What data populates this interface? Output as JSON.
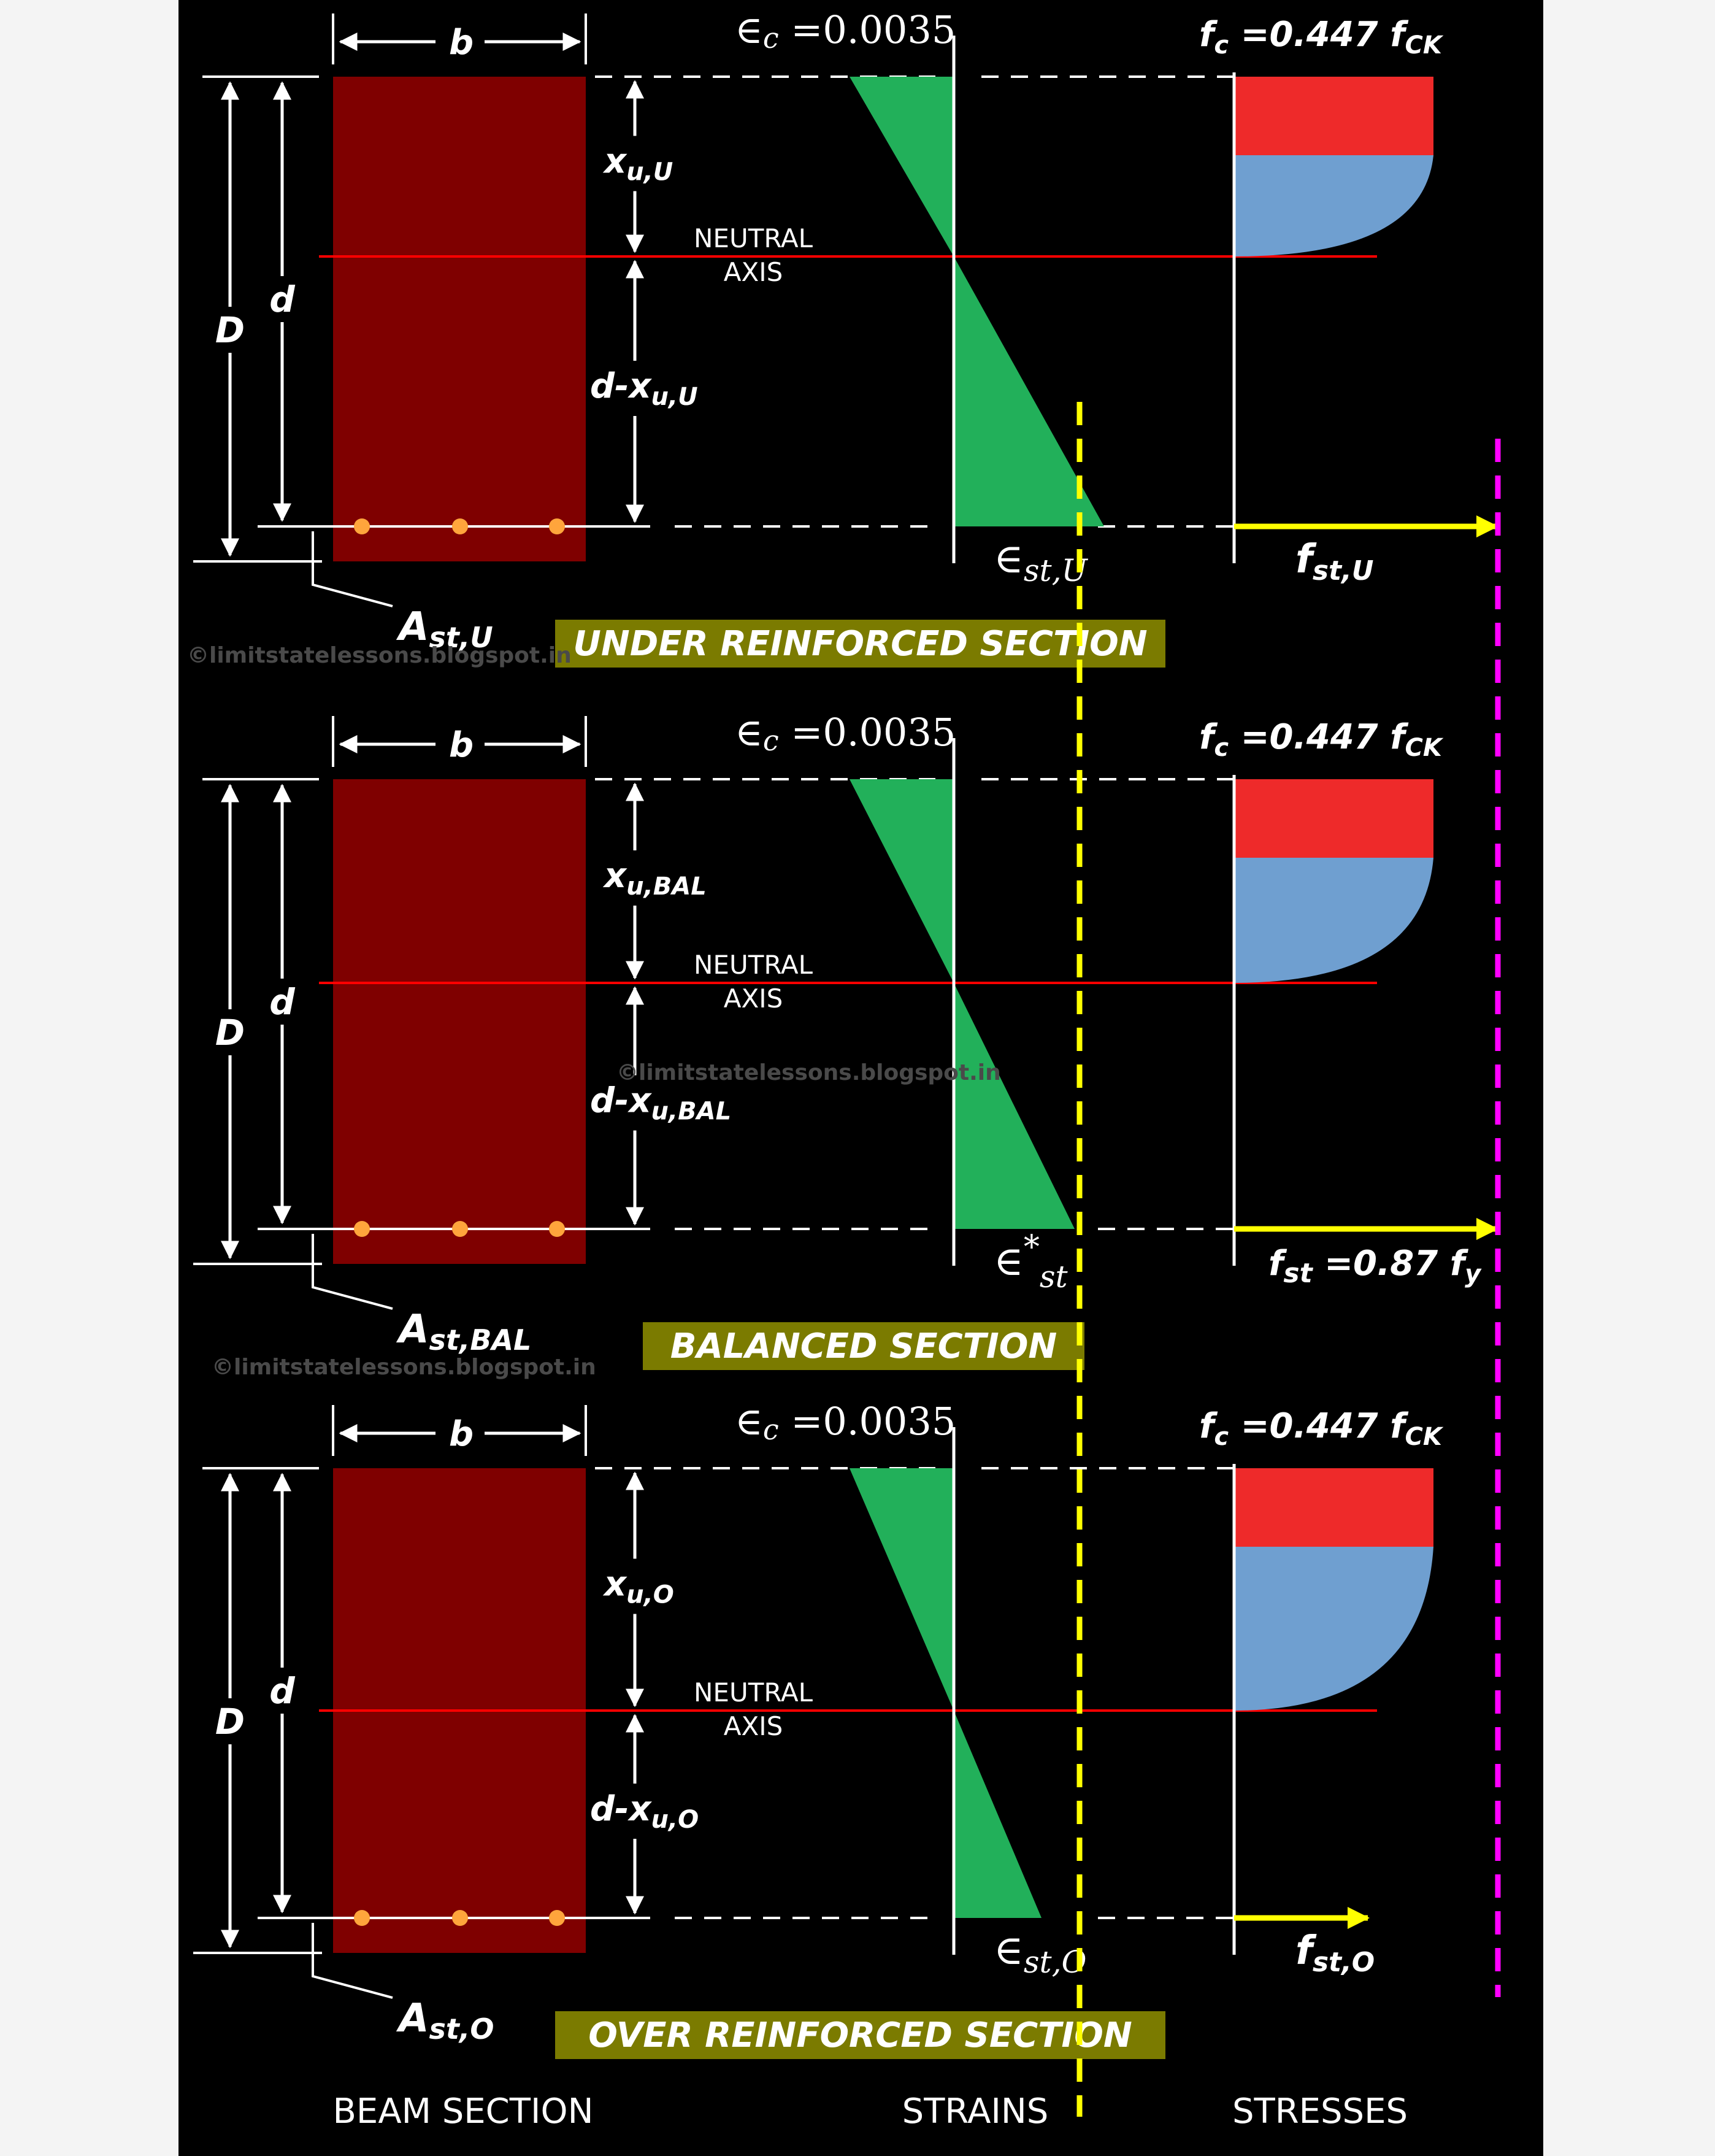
{
  "copyright": "©limitstatelessons.blogspot.in",
  "labels": {
    "width": "b",
    "total_depth": "D",
    "effective_depth": "d",
    "neutral_axis_1": "NEUTRAL",
    "neutral_axis_2": "AXIS",
    "concrete_strain": "0.0035",
    "concrete_stress_prefix": "0.447 f",
    "concrete_stress_sub": "CK",
    "epsilon": "∈"
  },
  "sections": [
    {
      "id": "under",
      "title": "UNDER REINFORCED SECTION",
      "xu_sub": "u,U",
      "dxu_sub": "u,U",
      "ast_sub": "st,U",
      "strain_label": "st,U",
      "stress_label_sub": "st,U",
      "stress_label_rest": ""
    },
    {
      "id": "balanced",
      "title": "BALANCED SECTION",
      "xu_sub": "u,BAL",
      "dxu_sub": "u,BAL",
      "ast_sub": "st,BAL",
      "strain_label": "st",
      "stress_label_sub": "st",
      "stress_label_rest": " =0.87 f",
      "stress_label_sub2": "y"
    },
    {
      "id": "over",
      "title": "OVER REINFORCED SECTION",
      "xu_sub": "u,O",
      "dxu_sub": "u,O",
      "ast_sub": "st,O",
      "strain_label": "st,O",
      "stress_label_sub": "st,O",
      "stress_label_rest": ""
    }
  ],
  "footer": {
    "beam_section": "BEAM SECTION",
    "strains": "STRAINS",
    "stresses": "STRESSES"
  },
  "colors": {
    "background": "#000000",
    "beam": "#7f0000",
    "strain": "#22b05a",
    "stress_rect": "#ee2a2a",
    "stress_curve": "#6f9fd0",
    "steel_dot": "#ffa53c",
    "neutral_axis": "#ff0000",
    "steel_stress_arrow": "#ffff00",
    "balanced_strain_line": "#ffff00",
    "yield_stress_line": "#ff00ff",
    "title_bg": "#7b7b00"
  }
}
